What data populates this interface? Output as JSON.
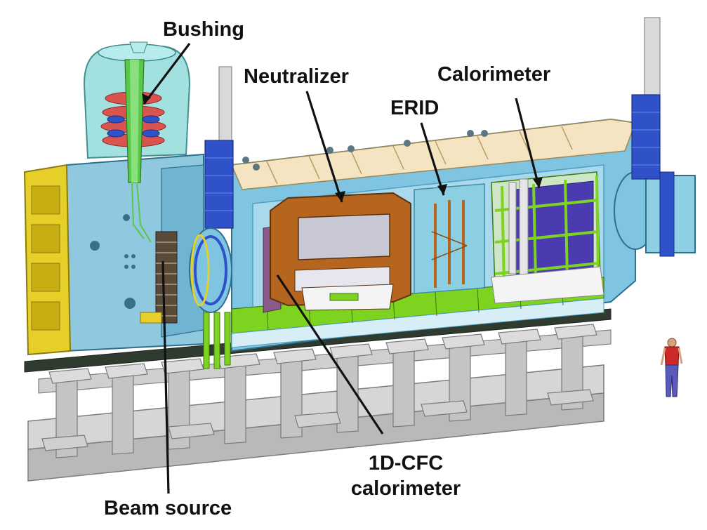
{
  "labels": {
    "bushing": "Bushing",
    "neutralizer": "Neutralizer",
    "calorimeter": "Calorimeter",
    "erid": "ERID",
    "cfc_line1": "1D-CFC",
    "cfc_line2": "calorimeter",
    "beam_source": "Beam source"
  },
  "colors": {
    "vessel": "#7fc4e0",
    "vessel_dark": "#4f9fc0",
    "lid": "#f4e4c1",
    "yellow_frame": "#e7cf2a",
    "blue_rack": "#2f52c8",
    "neutralizer": "#b5651d",
    "calorimeter_frame": "#7ed321",
    "support": "#c9c9c9",
    "support_dark": "#9a9a9a",
    "bushing_dome": "#9fe0e0",
    "bushing_red": "#d9534f",
    "bushing_green": "#59c84a",
    "leader": "#111111"
  }
}
